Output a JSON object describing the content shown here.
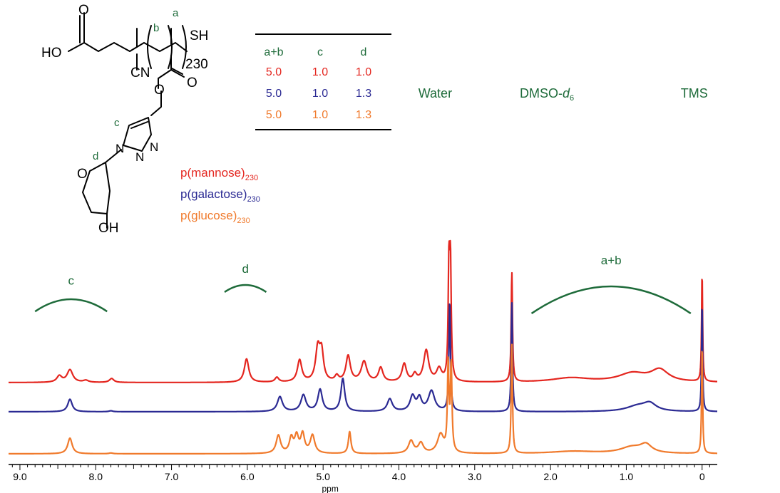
{
  "colors": {
    "mannose": "#e4261f",
    "galactose": "#2b2a93",
    "glucose": "#f07a2c",
    "annotation": "#1e6b3a",
    "axis": "#000000"
  },
  "structure": {
    "label_a": "a",
    "label_b": "b",
    "label_c": "c",
    "label_d": "d",
    "acid": "HO",
    "thiol": "SH",
    "degree": "230",
    "nitrile": "CN",
    "hydroxyl": "OH"
  },
  "table": {
    "headers": [
      "a+b",
      "c",
      "d"
    ],
    "rows": [
      {
        "values": [
          "5.0",
          "1.0",
          "1.0"
        ],
        "color": "#e4261f"
      },
      {
        "values": [
          "5.0",
          "1.0",
          "1.3"
        ],
        "color": "#2b2a93"
      },
      {
        "values": [
          "5.0",
          "1.0",
          "1.3"
        ],
        "color": "#f07a2c"
      }
    ]
  },
  "legend": [
    {
      "name": "p(mannose)",
      "sub": "230",
      "color": "#e4261f"
    },
    {
      "name": "p(galactose)",
      "sub": "230",
      "color": "#2b2a93"
    },
    {
      "name": "p(glucose)",
      "sub": "230",
      "color": "#f07a2c"
    }
  ],
  "chart_data": {
    "type": "line",
    "xlabel": "ppm",
    "xlim": [
      9.15,
      -0.2
    ],
    "x_reversed": true,
    "xticks": [
      "9.0",
      "8.0",
      "7.0",
      "6.0",
      "5.0",
      "4.0",
      "3.0",
      "2.0",
      "1.0",
      "0"
    ],
    "xtick_values": [
      9.0,
      8.0,
      7.0,
      6.0,
      5.0,
      4.0,
      3.0,
      2.0,
      1.0,
      0.0
    ],
    "y_axis_shown": false,
    "solvent_labels": [
      {
        "text": "Water",
        "ppm": 3.33
      },
      {
        "text": "DMSO-",
        "italic": "d",
        "sub": "6",
        "ppm": 2.5
      },
      {
        "text": "TMS",
        "ppm": 0.0
      }
    ],
    "region_labels": [
      {
        "text": "c",
        "from_ppm": 8.8,
        "to_ppm": 7.85
      },
      {
        "text": "d",
        "from_ppm": 6.3,
        "to_ppm": 5.75
      },
      {
        "text": "a+b",
        "from_ppm": 2.25,
        "to_ppm": 0.15
      }
    ],
    "series": [
      {
        "name": "p(mannose)230",
        "color": "#e4261f",
        "baseline": 0.0,
        "peaks": [
          {
            "ppm": 8.48,
            "height": 0.8,
            "width": 0.04
          },
          {
            "ppm": 8.34,
            "height": 1.6,
            "width": 0.045
          },
          {
            "ppm": 8.13,
            "height": 0.25,
            "width": 0.04
          },
          {
            "ppm": 7.79,
            "height": 0.5,
            "width": 0.035
          },
          {
            "ppm": 6.01,
            "height": 3.0,
            "width": 0.035
          },
          {
            "ppm": 5.61,
            "height": 0.6,
            "width": 0.03
          },
          {
            "ppm": 5.31,
            "height": 2.8,
            "width": 0.035
          },
          {
            "ppm": 5.07,
            "height": 4.2,
            "width": 0.035
          },
          {
            "ppm": 5.02,
            "height": 3.5,
            "width": 0.03
          },
          {
            "ppm": 4.82,
            "height": 0.7,
            "width": 0.03
          },
          {
            "ppm": 4.67,
            "height": 3.3,
            "width": 0.035
          },
          {
            "ppm": 4.46,
            "height": 2.6,
            "width": 0.045
          },
          {
            "ppm": 4.24,
            "height": 1.8,
            "width": 0.035
          },
          {
            "ppm": 3.93,
            "height": 2.3,
            "width": 0.035
          },
          {
            "ppm": 3.79,
            "height": 0.9,
            "width": 0.03
          },
          {
            "ppm": 3.64,
            "height": 4.0,
            "width": 0.04
          },
          {
            "ppm": 3.47,
            "height": 1.6,
            "width": 0.04
          },
          {
            "ppm": 3.34,
            "height": 14.0,
            "width": 0.012
          },
          {
            "ppm": 3.32,
            "height": 14.0,
            "width": 0.012
          },
          {
            "ppm": 2.51,
            "height": 14.0,
            "width": 0.01
          },
          {
            "ppm": 1.73,
            "height": 0.55,
            "width": 0.3
          },
          {
            "ppm": 0.92,
            "height": 1.1,
            "width": 0.22
          },
          {
            "ppm": 0.56,
            "height": 1.5,
            "width": 0.14
          },
          {
            "ppm": 0.0,
            "height": 14.0,
            "width": 0.008
          }
        ]
      },
      {
        "name": "p(galactose)230",
        "color": "#2b2a93",
        "baseline": 0.0,
        "peaks": [
          {
            "ppm": 8.34,
            "height": 1.6,
            "width": 0.035
          },
          {
            "ppm": 7.8,
            "height": 0.12,
            "width": 0.03
          },
          {
            "ppm": 5.57,
            "height": 1.9,
            "width": 0.04
          },
          {
            "ppm": 5.26,
            "height": 2.1,
            "width": 0.04
          },
          {
            "ppm": 5.04,
            "height": 2.8,
            "width": 0.035
          },
          {
            "ppm": 4.74,
            "height": 4.2,
            "width": 0.03
          },
          {
            "ppm": 4.12,
            "height": 1.6,
            "width": 0.04
          },
          {
            "ppm": 3.82,
            "height": 1.9,
            "width": 0.04
          },
          {
            "ppm": 3.73,
            "height": 1.6,
            "width": 0.035
          },
          {
            "ppm": 3.57,
            "height": 2.6,
            "width": 0.05
          },
          {
            "ppm": 3.33,
            "height": 14.0,
            "width": 0.012
          },
          {
            "ppm": 2.51,
            "height": 14.0,
            "width": 0.01
          },
          {
            "ppm": 0.85,
            "height": 0.7,
            "width": 0.18
          },
          {
            "ppm": 0.69,
            "height": 0.9,
            "width": 0.1
          },
          {
            "ppm": 0.0,
            "height": 14.0,
            "width": 0.008
          }
        ]
      },
      {
        "name": "p(glucose)230",
        "color": "#f07a2c",
        "baseline": 0.0,
        "peaks": [
          {
            "ppm": 8.34,
            "height": 2.0,
            "width": 0.035
          },
          {
            "ppm": 7.8,
            "height": 0.1,
            "width": 0.03
          },
          {
            "ppm": 5.59,
            "height": 2.3,
            "width": 0.035
          },
          {
            "ppm": 5.42,
            "height": 1.9,
            "width": 0.03
          },
          {
            "ppm": 5.35,
            "height": 2.1,
            "width": 0.03
          },
          {
            "ppm": 5.27,
            "height": 2.4,
            "width": 0.03
          },
          {
            "ppm": 5.14,
            "height": 2.3,
            "width": 0.035
          },
          {
            "ppm": 4.65,
            "height": 2.8,
            "width": 0.02
          },
          {
            "ppm": 3.84,
            "height": 1.6,
            "width": 0.04
          },
          {
            "ppm": 3.71,
            "height": 1.3,
            "width": 0.04
          },
          {
            "ppm": 3.45,
            "height": 2.4,
            "width": 0.05
          },
          {
            "ppm": 3.35,
            "height": 11.0,
            "width": 0.012
          },
          {
            "ppm": 3.31,
            "height": 11.0,
            "width": 0.012
          },
          {
            "ppm": 2.51,
            "height": 14.0,
            "width": 0.01
          },
          {
            "ppm": 1.7,
            "height": 0.3,
            "width": 0.35
          },
          {
            "ppm": 0.93,
            "height": 0.8,
            "width": 0.18
          },
          {
            "ppm": 0.74,
            "height": 1.0,
            "width": 0.09
          },
          {
            "ppm": 0.0,
            "height": 14.0,
            "width": 0.008
          }
        ]
      }
    ]
  }
}
